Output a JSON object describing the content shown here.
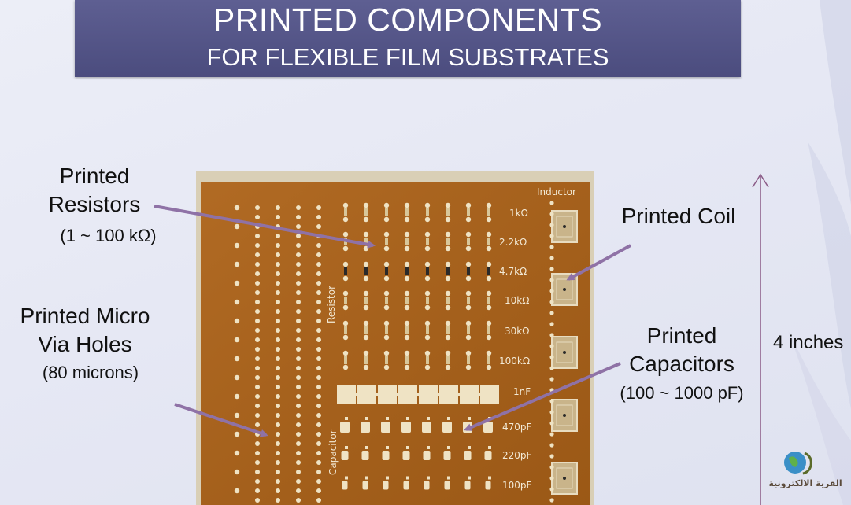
{
  "title": {
    "line1": "PRINTED COMPONENTS",
    "line2": "FOR FLEXIBLE FILM SUBSTRATES"
  },
  "labels": {
    "resistors": {
      "line1": "Printed",
      "line2": "Resistors",
      "sub": "(1 ~ 100 kΩ)"
    },
    "via": {
      "line1": "Printed Micro",
      "line2": "Via Holes",
      "sub": "(80 microns)"
    },
    "coil": {
      "line1": "Printed Coil"
    },
    "capacitors": {
      "line1": "Printed",
      "line2": "Capacitors",
      "sub": "(100 ~ 1000 pF)"
    },
    "dimension": "4 inches"
  },
  "board": {
    "inductor_label": "Inductor",
    "resistor_label": "Resistor",
    "capacitor_label": "Capacitor",
    "resistor_values": [
      "1kΩ",
      "2.2kΩ",
      "4.7kΩ",
      "10kΩ",
      "30kΩ",
      "100kΩ"
    ],
    "capacitor_values": [
      "1nF",
      "470pF",
      "220pF",
      "100pF"
    ]
  },
  "logo": {
    "text": "القرية الالكترونية"
  },
  "colors": {
    "title_bg": "#54558a",
    "board": "#a8621a",
    "arrow": "#8f72a6",
    "pad": "#efe3c4",
    "dimension_line": "#8a5a86"
  }
}
